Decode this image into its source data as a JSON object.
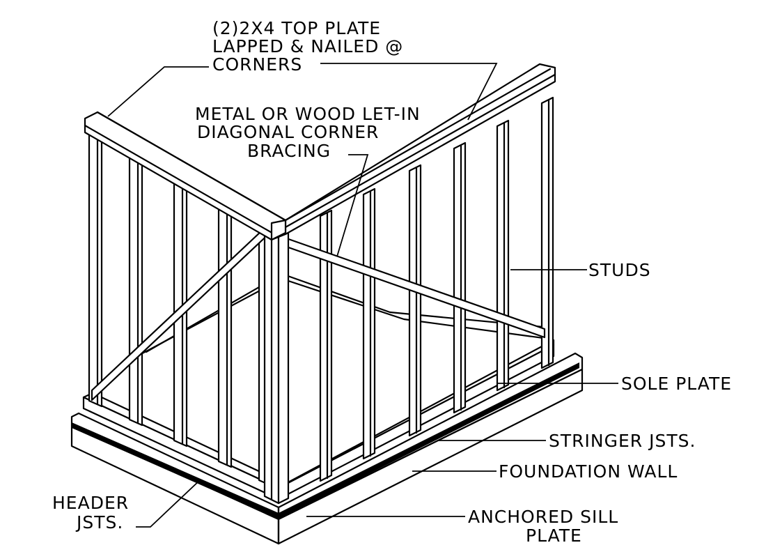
{
  "labels": {
    "top_plate_1": "(2)2X4 TOP PLATE",
    "top_plate_2": "LAPPED & NAILED @",
    "top_plate_3": "CORNERS",
    "bracing_1": "METAL OR WOOD LET-IN",
    "bracing_2": "DIAGONAL CORNER",
    "bracing_3": "BRACING",
    "studs": "STUDS",
    "sole_plate": "SOLE PLATE",
    "stringer": "STRINGER JSTS.",
    "foundation": "FOUNDATION WALL",
    "header_1": "HEADER",
    "header_2": "JSTS.",
    "sill_1": "ANCHORED SILL",
    "sill_2": "PLATE"
  }
}
